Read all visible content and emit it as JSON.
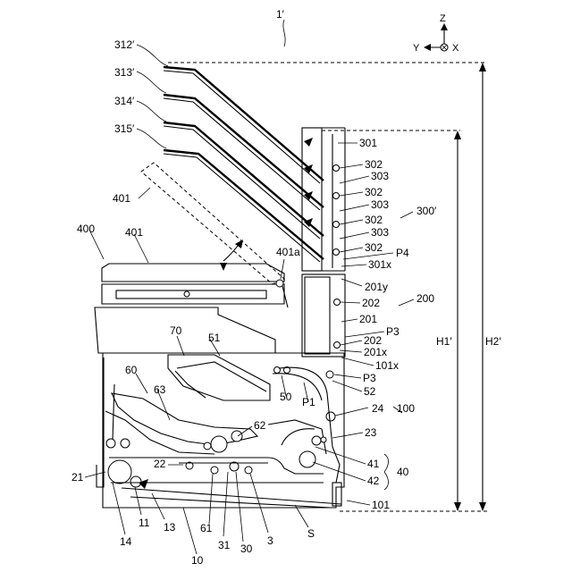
{
  "labels": {
    "device": "1′",
    "tray312": "312′",
    "tray313": "313′",
    "tray314": "314′",
    "tray315": "315′",
    "unit300": "300′",
    "r301": "301",
    "r302a": "302",
    "r303a": "303",
    "r302b": "302",
    "r303b": "303",
    "r302c": "302",
    "r303c": "303",
    "r302d": "302",
    "p4": "P4",
    "r301x": "301x",
    "r401top": "401",
    "r400": "400",
    "r401": "401",
    "r401a": "401a",
    "r201y": "201y",
    "r202a": "202",
    "r200": "200",
    "r201": "201",
    "p3a": "P3",
    "r202b": "202",
    "r201x": "201x",
    "r101x": "101x",
    "p3b": "P3",
    "r52": "52",
    "r70": "70",
    "r51": "51",
    "r60": "60",
    "r63": "63",
    "r50": "50",
    "p1": "P1",
    "r24": "24",
    "r100": "100",
    "r62": "62",
    "r23": "23",
    "r22": "22",
    "r41": "41",
    "r40": "40",
    "r42": "42",
    "r21": "21",
    "r101": "101",
    "r11": "11",
    "r13": "13",
    "r61": "61",
    "r31": "31",
    "r30": "30",
    "r3": "3",
    "rS": "S",
    "r14": "14",
    "r10": "10",
    "h1": "H1′",
    "h2": "H2′"
  },
  "axes": {
    "z": "Z",
    "y": "Y",
    "x": "X"
  }
}
